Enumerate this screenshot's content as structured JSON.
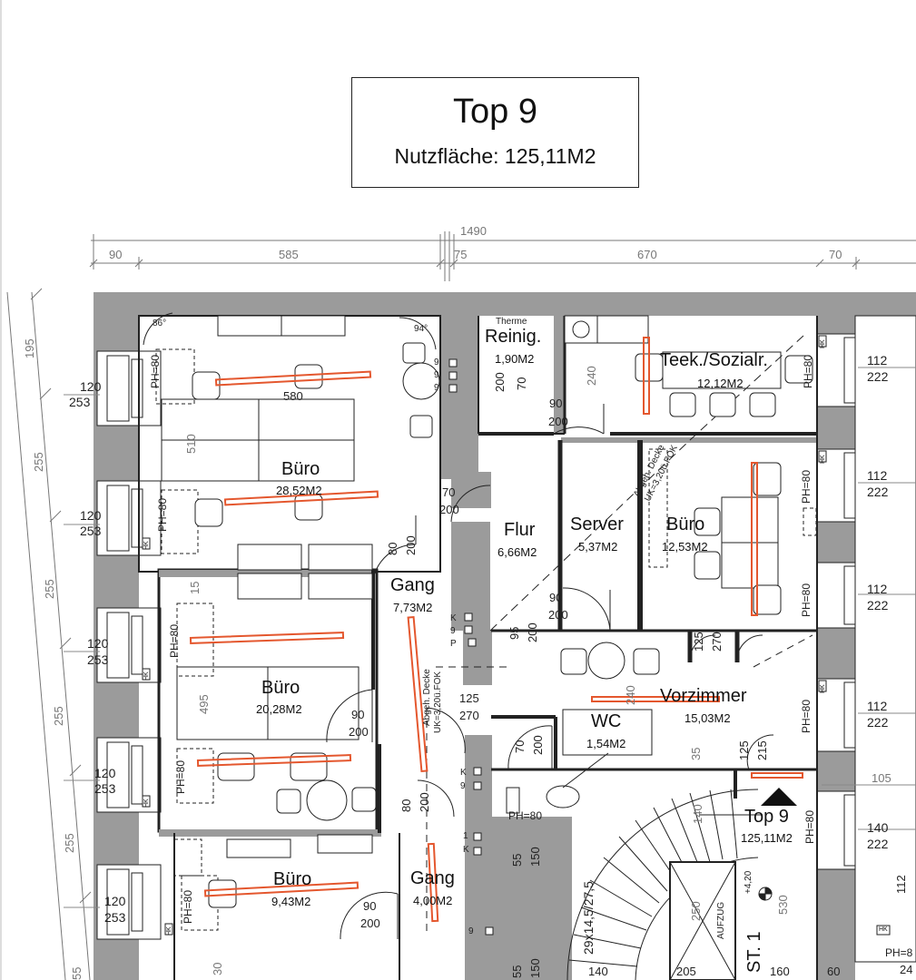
{
  "header": {
    "title": "Top 9",
    "subtitle": "Nutzfläche: 125,11M2"
  },
  "rooms": [
    {
      "name": "Reinig.",
      "area": "1,90M2"
    },
    {
      "name": "Teek./Sozialr.",
      "area": "12,12M2"
    },
    {
      "name": "Büro",
      "area": "28,52M2"
    },
    {
      "name": "Flur",
      "area": "6,66M2"
    },
    {
      "name": "Server",
      "area": "5,37M2"
    },
    {
      "name": "Büro",
      "area": "12,53M2"
    },
    {
      "name": "Gang",
      "area": "7,73M2"
    },
    {
      "name": "Büro",
      "area": "20,28M2"
    },
    {
      "name": "Vorzimmer",
      "area": "15,03M2"
    },
    {
      "name": "WC",
      "area": "1,54M2"
    },
    {
      "name": "Büro",
      "area": "9,43M2"
    },
    {
      "name": "Gang",
      "area": "4,00M2"
    },
    {
      "name": "Top 9",
      "area": "125,11M2"
    }
  ],
  "dimensions": {
    "top_total": "1490",
    "top_segments": [
      "90",
      "585",
      "75",
      "670",
      "70"
    ],
    "left_segments": [
      "195",
      "255",
      "255",
      "255",
      "255",
      "55"
    ],
    "left_windows": [
      "120",
      "253",
      "120",
      "253",
      "120",
      "253",
      "120",
      "253",
      "120",
      "253"
    ],
    "right_windows": [
      "112",
      "222",
      "112",
      "222",
      "112",
      "222",
      "112",
      "222",
      "140",
      "222"
    ],
    "right_extra": [
      "105",
      "112",
      "24"
    ],
    "doors": [
      "90",
      "200",
      "70",
      "200",
      "80",
      "200",
      "90",
      "200",
      "125",
      "270",
      "90",
      "200",
      "70",
      "200",
      "80",
      "200",
      "90",
      "200",
      "55",
      "150",
      "55",
      "150",
      "125",
      "215",
      "125",
      "270",
      "95",
      "200",
      "240",
      "15",
      "35",
      "140"
    ],
    "bottom": [
      "30",
      "140",
      "205",
      "160",
      "60"
    ],
    "misc": [
      "580",
      "510",
      "495",
      "240",
      "60"
    ]
  },
  "labels": {
    "therme": "Therme",
    "ph": "PH=80",
    "ph_alt": "PH=8",
    "ceiling_note_1": "Abgeh. Decke",
    "ceiling_note_2": "UK=3,20ü.FOK",
    "ceiling_note_3": "Abgeh. Decke",
    "ceiling_note_4": "UK=3,20ü.FOK",
    "hk": "HK",
    "stair": "ST. 1",
    "stair_dim": "29x14,5/27,5",
    "aufzug": "AUFZUG",
    "height": "+4,20",
    "lift_dim_1": "530",
    "lift_dim_2": "250",
    "angle_1": "86°",
    "angle_2": "94°",
    "shaft_1": [
      "9",
      "9",
      "9"
    ],
    "shaft_2": [
      "K",
      "9",
      "P"
    ],
    "shaft_3": [
      "K",
      "9"
    ],
    "shaft_4": [
      "1",
      "K"
    ],
    "shaft_5": "9"
  },
  "colors": {
    "wall": "#9b9b9b",
    "line": "#222222",
    "radiator": "#e4572e"
  }
}
